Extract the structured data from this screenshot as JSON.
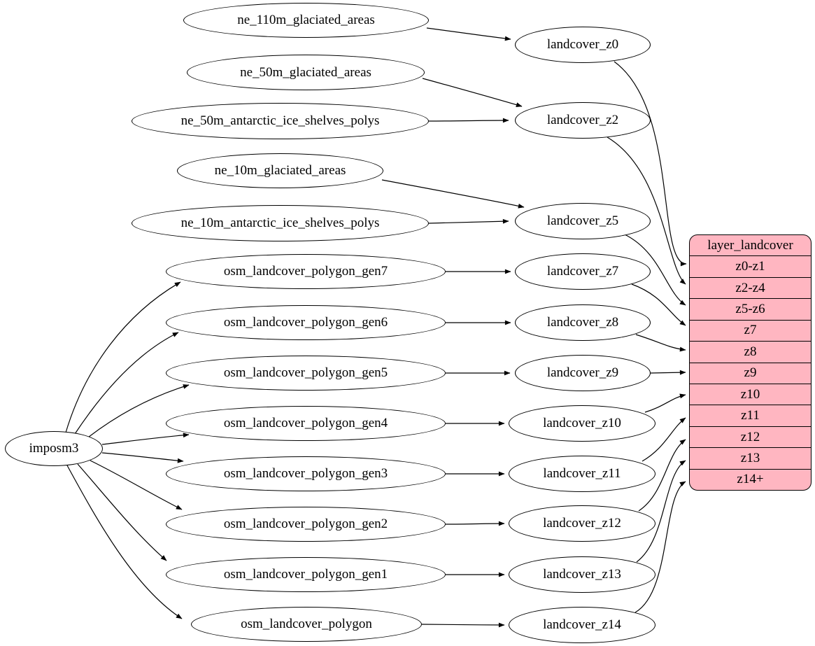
{
  "nodes": {
    "imposm3": "imposm3",
    "ne_110m_glaciated_areas": "ne_110m_glaciated_areas",
    "ne_50m_glaciated_areas": "ne_50m_glaciated_areas",
    "ne_50m_antarctic_ice_shelves_polys": "ne_50m_antarctic_ice_shelves_polys",
    "ne_10m_glaciated_areas": "ne_10m_glaciated_areas",
    "ne_10m_antarctic_ice_shelves_polys": "ne_10m_antarctic_ice_shelves_polys",
    "osm_landcover_polygon_gen7": "osm_landcover_polygon_gen7",
    "osm_landcover_polygon_gen6": "osm_landcover_polygon_gen6",
    "osm_landcover_polygon_gen5": "osm_landcover_polygon_gen5",
    "osm_landcover_polygon_gen4": "osm_landcover_polygon_gen4",
    "osm_landcover_polygon_gen3": "osm_landcover_polygon_gen3",
    "osm_landcover_polygon_gen2": "osm_landcover_polygon_gen2",
    "osm_landcover_polygon_gen1": "osm_landcover_polygon_gen1",
    "osm_landcover_polygon": "osm_landcover_polygon",
    "landcover_z0": "landcover_z0",
    "landcover_z2": "landcover_z2",
    "landcover_z5": "landcover_z5",
    "landcover_z7": "landcover_z7",
    "landcover_z8": "landcover_z8",
    "landcover_z9": "landcover_z9",
    "landcover_z10": "landcover_z10",
    "landcover_z11": "landcover_z11",
    "landcover_z12": "landcover_z12",
    "landcover_z13": "landcover_z13",
    "landcover_z14": "landcover_z14"
  },
  "table": {
    "title": "layer_landcover",
    "rows": [
      "z0-z1",
      "z2-z4",
      "z5-z6",
      "z7",
      "z8",
      "z9",
      "z10",
      "z11",
      "z12",
      "z13",
      "z14+"
    ]
  },
  "edges": [
    {
      "from": "imposm3",
      "to": "osm_landcover_polygon_gen7"
    },
    {
      "from": "imposm3",
      "to": "osm_landcover_polygon_gen6"
    },
    {
      "from": "imposm3",
      "to": "osm_landcover_polygon_gen5"
    },
    {
      "from": "imposm3",
      "to": "osm_landcover_polygon_gen4"
    },
    {
      "from": "imposm3",
      "to": "osm_landcover_polygon_gen3"
    },
    {
      "from": "imposm3",
      "to": "osm_landcover_polygon_gen2"
    },
    {
      "from": "imposm3",
      "to": "osm_landcover_polygon_gen1"
    },
    {
      "from": "imposm3",
      "to": "osm_landcover_polygon"
    },
    {
      "from": "ne_110m_glaciated_areas",
      "to": "landcover_z0"
    },
    {
      "from": "ne_50m_glaciated_areas",
      "to": "landcover_z2"
    },
    {
      "from": "ne_50m_antarctic_ice_shelves_polys",
      "to": "landcover_z2"
    },
    {
      "from": "ne_10m_glaciated_areas",
      "to": "landcover_z5"
    },
    {
      "from": "ne_10m_antarctic_ice_shelves_polys",
      "to": "landcover_z5"
    },
    {
      "from": "osm_landcover_polygon_gen7",
      "to": "landcover_z7"
    },
    {
      "from": "osm_landcover_polygon_gen6",
      "to": "landcover_z8"
    },
    {
      "from": "osm_landcover_polygon_gen5",
      "to": "landcover_z9"
    },
    {
      "from": "osm_landcover_polygon_gen4",
      "to": "landcover_z10"
    },
    {
      "from": "osm_landcover_polygon_gen3",
      "to": "landcover_z11"
    },
    {
      "from": "osm_landcover_polygon_gen2",
      "to": "landcover_z12"
    },
    {
      "from": "osm_landcover_polygon_gen1",
      "to": "landcover_z13"
    },
    {
      "from": "osm_landcover_polygon",
      "to": "landcover_z14"
    },
    {
      "from": "landcover_z0",
      "to": "layer_landcover.z0-z1"
    },
    {
      "from": "landcover_z2",
      "to": "layer_landcover.z2-z4"
    },
    {
      "from": "landcover_z5",
      "to": "layer_landcover.z5-z6"
    },
    {
      "from": "landcover_z7",
      "to": "layer_landcover.z7"
    },
    {
      "from": "landcover_z8",
      "to": "layer_landcover.z8"
    },
    {
      "from": "landcover_z9",
      "to": "layer_landcover.z9"
    },
    {
      "from": "landcover_z10",
      "to": "layer_landcover.z10"
    },
    {
      "from": "landcover_z11",
      "to": "layer_landcover.z11"
    },
    {
      "from": "landcover_z12",
      "to": "layer_landcover.z12"
    },
    {
      "from": "landcover_z13",
      "to": "layer_landcover.z13"
    },
    {
      "from": "landcover_z14",
      "to": "layer_landcover.z14+"
    }
  ],
  "colors": {
    "background": "#ffffff",
    "node_fill": "#ffffff",
    "table_fill": "#ffb6c1",
    "stroke": "#000000",
    "text": "#000000"
  }
}
